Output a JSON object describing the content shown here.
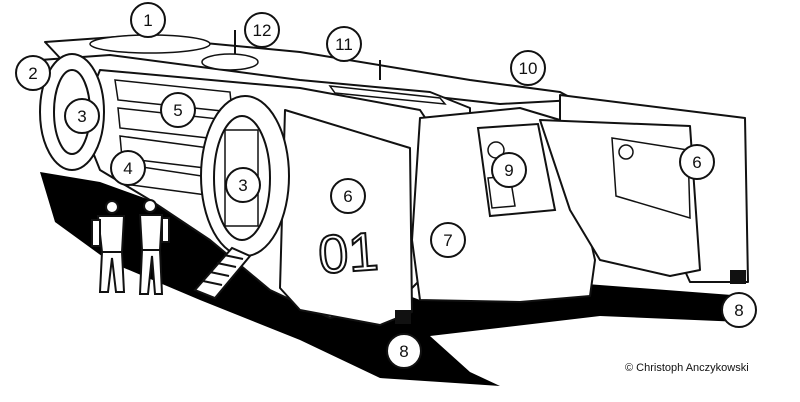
{
  "diagram": {
    "callouts": [
      {
        "id": "c1",
        "label": "1"
      },
      {
        "id": "c2",
        "label": "2"
      },
      {
        "id": "c3a",
        "label": "3"
      },
      {
        "id": "c3b",
        "label": "3"
      },
      {
        "id": "c4",
        "label": "4"
      },
      {
        "id": "c5",
        "label": "5"
      },
      {
        "id": "c6a",
        "label": "6"
      },
      {
        "id": "c6b",
        "label": "6"
      },
      {
        "id": "c7",
        "label": "7"
      },
      {
        "id": "c8a",
        "label": "8"
      },
      {
        "id": "c8b",
        "label": "8"
      },
      {
        "id": "c9",
        "label": "9"
      },
      {
        "id": "c10",
        "label": "10"
      },
      {
        "id": "c11",
        "label": "11"
      },
      {
        "id": "c12",
        "label": "12"
      }
    ],
    "hull_marking": "01",
    "copyright": "© Christoph Anczykowski"
  },
  "colors": {
    "ink": "#111111",
    "hull": "#ffffff",
    "shadow": "#000000"
  }
}
